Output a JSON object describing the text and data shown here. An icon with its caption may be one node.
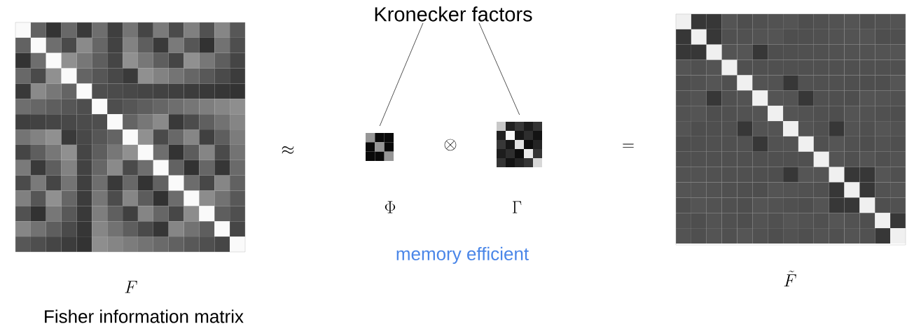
{
  "diagram": {
    "nodes": [
      {
        "text": [
          "Kronecker factors"
        ]
      },
      {
        "text": [],
        "shape": "picture"
      },
      {
        "text": [],
        "shape": "picture"
      }
    ],
    "edges": [
      {
        "from": 0,
        "to": 1,
        "arrow": "none"
      },
      {
        "from": 0,
        "to": 2,
        "arrow": "none"
      }
    ],
    "labels": [
      "\\approx",
      "\\otimes",
      "=",
      "\\Phi",
      "\\Gamma",
      "memory efficient",
      "F",
      "\\tilde{F}",
      "Fisher information matrix"
    ]
  }
}
